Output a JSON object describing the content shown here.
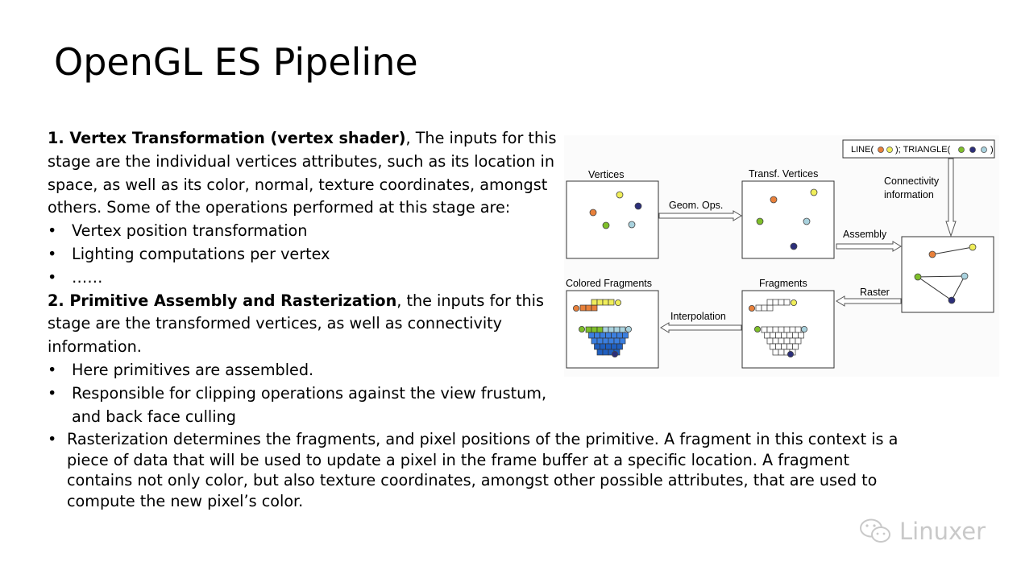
{
  "title": "OpenGL ES Pipeline",
  "section1": {
    "heading": "1. Vertex Transformation (vertex shader)",
    "intro": ", The inputs for this stage are the individual vertices attributes, such as its location in space, as well as its color, normal, texture  coordinates, amongst others. Some of the operations performed at this stage are:",
    "bullets": [
      "Vertex position transformation",
      "Lighting computations per vertex",
      "……"
    ]
  },
  "section2": {
    "heading": "2. Primitive Assembly and Rasterization",
    "intro": ", the inputs for this stage are the transformed vertices, as well as connectivity information.",
    "bullets": [
      "Here primitives are assembled.",
      "Responsible for clipping operations against the view frustum, and back face culling"
    ],
    "wide_bullet": "Rasterization determines the fragments, and pixel positions of the primitive. A fragment in this context is a piece of data that will be used to update a pixel in the frame buffer at a specific location. A fragment contains not only color, but also texture coordinates, amongst other possible attributes, that are used to compute the new pixel’s color."
  },
  "diagram": {
    "vertices_label": "Vertices",
    "transf_vertices_label": "Transf. Vertices",
    "geom_ops_label": "Geom. Ops.",
    "assembly_label": "Assembly",
    "connectivity_label_1": "Connectivity",
    "connectivity_label_2": "information",
    "legend_line": "LINE(",
    "legend_triangle": "); TRIANGLE(",
    "legend_close": ")",
    "raster_label": "Raster",
    "fragments_label": "Fragments",
    "interpolation_label": "Interpolation",
    "colored_fragments_label": "Colored Fragments",
    "colors": {
      "orange": "#e8803a",
      "yellow": "#f0ee5a",
      "navy": "#2c2f7a",
      "green": "#7fbf2a",
      "lightblue": "#a9d2de",
      "blue": "#3b7fe0"
    }
  },
  "watermark": {
    "icon": "wechat-icon",
    "text": "Linuxer"
  }
}
